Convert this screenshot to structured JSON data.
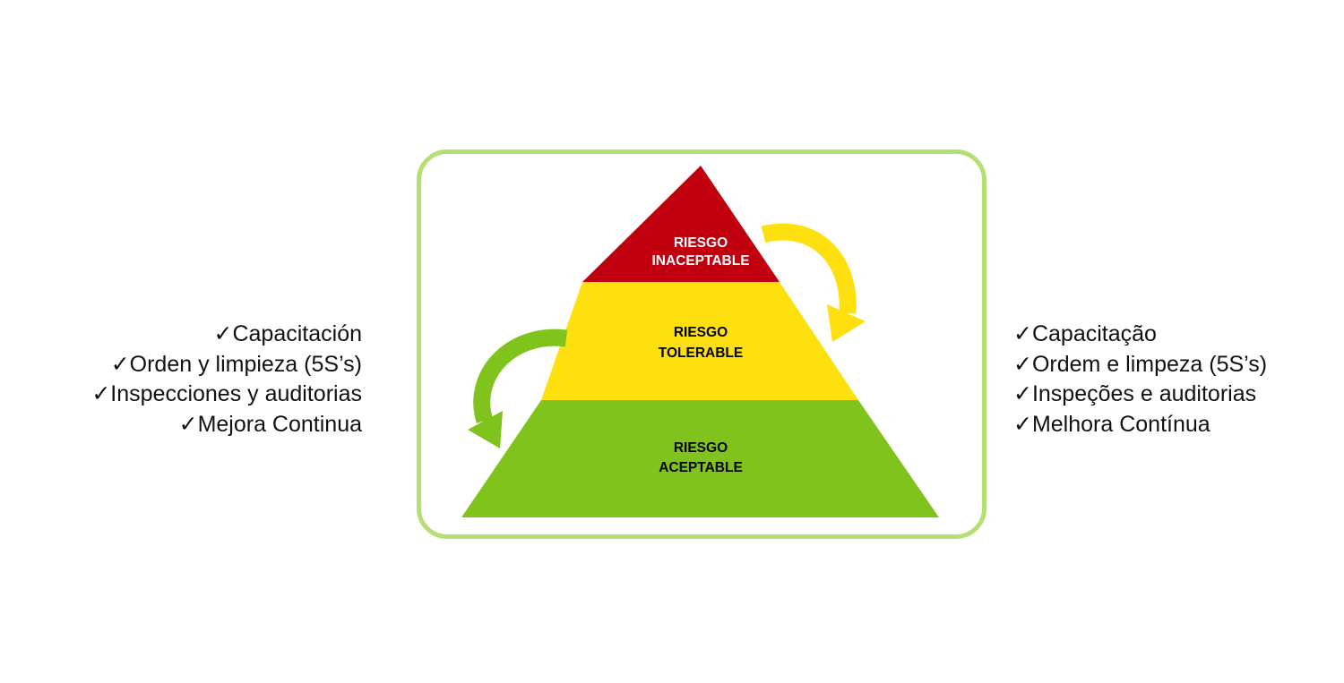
{
  "left_list": {
    "check_icon": "✓",
    "items": [
      "Capacitación",
      "Orden y limpieza (5S’s)",
      "Inspecciones y auditorias",
      "Mejora Continua"
    ]
  },
  "right_list": {
    "check_icon": "✓",
    "items": [
      "Capacitação",
      "Ordem e limpeza (5S’s)",
      "Inspeções e auditorias",
      "Melhora Contínua"
    ]
  },
  "pyramid": {
    "levels": [
      {
        "line1": "RIESGO",
        "line2": "INACEPTABLE",
        "color": "#c0000e",
        "text_color": "#ffffff"
      },
      {
        "line1": "RIESGO",
        "line2": "TOLERABLE",
        "color": "#fde00e",
        "text_color": "#000000"
      },
      {
        "line1": "RIESGO",
        "line2": "ACEPTABLE",
        "color": "#80c31c",
        "text_color": "#000000"
      }
    ],
    "frame_color": "#b3df73",
    "arrow_colors": {
      "down_right": "#fde00e",
      "down_left": "#80c31c"
    }
  }
}
